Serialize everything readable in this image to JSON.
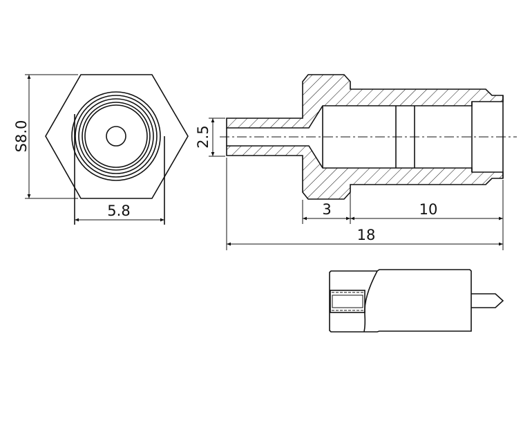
{
  "drawing": {
    "hex_view": {
      "across_flats_label": "S8.0",
      "width_label": "5.8"
    },
    "section_view": {
      "tube_diameter_label": "2.5",
      "flange_length_label": "3",
      "body_length_label": "10",
      "overall_length_label": "18"
    },
    "pin_view": {}
  },
  "colors": {
    "line": "#111111",
    "background": "#ffffff"
  }
}
